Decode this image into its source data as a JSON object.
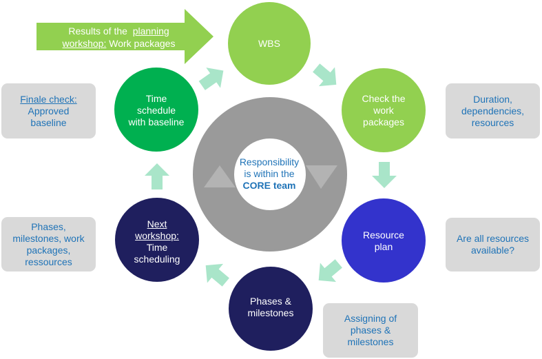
{
  "input": {
    "line1_prefix": "Results of the",
    "line1_link": "planning",
    "line2_link": "workshop:",
    "line2_suffix": "Work packages"
  },
  "center": {
    "line1": "Responsibility",
    "line2": "is within the",
    "line3": "CORE team"
  },
  "nodes": {
    "wbs": {
      "line1": "WBS"
    },
    "check": {
      "line1": "Check the",
      "line2": "work",
      "line3": "packages"
    },
    "resource": {
      "line1": "Resource",
      "line2": "plan"
    },
    "phases": {
      "line1": "Phases &",
      "line2": "milestones"
    },
    "next": {
      "line1": "Next",
      "line2": "workshop:",
      "line3": "Time",
      "line4": "scheduling"
    },
    "time": {
      "line1": "Time",
      "line2": "schedule",
      "line3": "with baseline"
    }
  },
  "notes": {
    "final": {
      "line1": "Finale check:",
      "line2": "Approved",
      "line3": "baseline"
    },
    "duration": {
      "line1": "Duration,",
      "line2": "dependencies,",
      "line3": "resources"
    },
    "available": {
      "line1": "Are all resources",
      "line2": "available?"
    },
    "assigning": {
      "line1": "Assigning of",
      "line2": "phases &",
      "line3": "milestones"
    },
    "phases": {
      "line1": "Phases,",
      "line2": "milestones, work",
      "line3": "packages,",
      "line4": "ressources"
    }
  },
  "colors": {
    "light_green": "#92d050",
    "green": "#00b050",
    "blue": "#3333cc",
    "navy": "#1f1f5e",
    "ring_gray": "#999999",
    "arrow_mint": "#a9e5c9",
    "note_gray": "#d9d9d9",
    "text_blue": "#1f73b7"
  }
}
